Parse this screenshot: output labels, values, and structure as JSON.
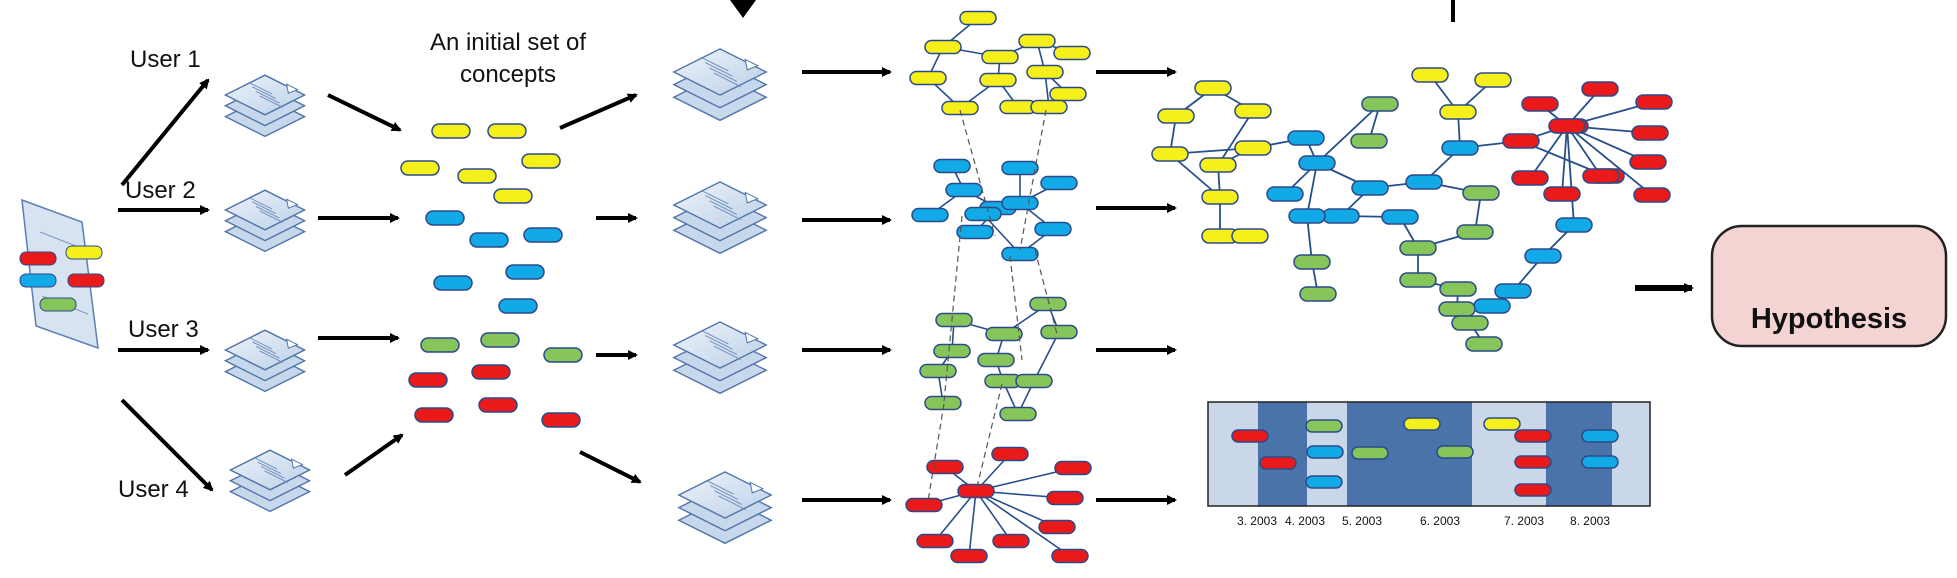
{
  "users": [
    "User 1",
    "User 2",
    "User 3",
    "User 4"
  ],
  "initial_concepts_label": [
    "An initial set of",
    "concepts"
  ],
  "hypothesis_label": "Hypothesis",
  "timeline_labels": [
    "3. 2003",
    "4. 2003",
    "5. 2003",
    "6. 2003",
    "7. 2003",
    "8. 2003"
  ],
  "colors": {
    "yellow": "#f5f01a",
    "blue": "#11a9e6",
    "green": "#86c55a",
    "red": "#ea1a1a",
    "outline": "#2c4a8a",
    "edge": "#274f8c",
    "hypothesis_fill": "#f4d3d3",
    "timeline_light": "#c9d7e8",
    "timeline_dark": "#4a74a9"
  }
}
